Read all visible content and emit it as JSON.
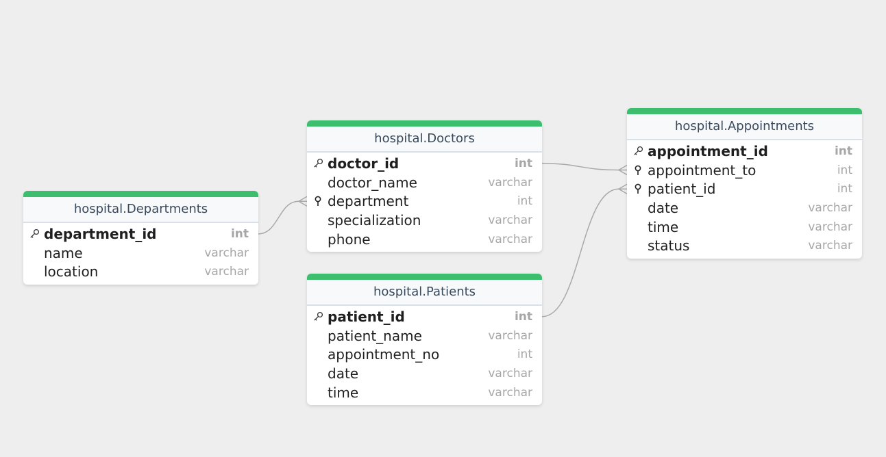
{
  "colors": {
    "accent": "#3dbd6e",
    "link": "#a9a9a9",
    "background": "#eeeeee"
  },
  "tables": {
    "departments": {
      "title": "hospital.Departments",
      "fields": [
        {
          "name": "department_id",
          "type": "int",
          "role": "pk",
          "icon": "key-icon"
        },
        {
          "name": "name",
          "type": "varchar",
          "role": "",
          "icon": ""
        },
        {
          "name": "location",
          "type": "varchar",
          "role": "",
          "icon": ""
        }
      ]
    },
    "doctors": {
      "title": "hospital.Doctors",
      "fields": [
        {
          "name": "doctor_id",
          "type": "int",
          "role": "pk",
          "icon": "key-icon"
        },
        {
          "name": "doctor_name",
          "type": "varchar",
          "role": "",
          "icon": ""
        },
        {
          "name": "department",
          "type": "int",
          "role": "fk",
          "icon": "pin-icon"
        },
        {
          "name": "specialization",
          "type": "varchar",
          "role": "",
          "icon": ""
        },
        {
          "name": "phone",
          "type": "varchar",
          "role": "",
          "icon": ""
        }
      ]
    },
    "patients": {
      "title": "hospital.Patients",
      "fields": [
        {
          "name": "patient_id",
          "type": "int",
          "role": "pk",
          "icon": "key-icon"
        },
        {
          "name": "patient_name",
          "type": "varchar",
          "role": "",
          "icon": ""
        },
        {
          "name": "appointment_no",
          "type": "int",
          "role": "",
          "icon": ""
        },
        {
          "name": "date",
          "type": "varchar",
          "role": "",
          "icon": ""
        },
        {
          "name": "time",
          "type": "varchar",
          "role": "",
          "icon": ""
        }
      ]
    },
    "appointments": {
      "title": "hospital.Appointments",
      "fields": [
        {
          "name": "appointment_id",
          "type": "int",
          "role": "pk",
          "icon": "key-icon"
        },
        {
          "name": "appointment_to",
          "type": "int",
          "role": "fk",
          "icon": "pin-icon"
        },
        {
          "name": "patient_id",
          "type": "int",
          "role": "fk",
          "icon": "pin-icon"
        },
        {
          "name": "date",
          "type": "varchar",
          "role": "",
          "icon": ""
        },
        {
          "name": "time",
          "type": "varchar",
          "role": "",
          "icon": ""
        },
        {
          "name": "status",
          "type": "varchar",
          "role": "",
          "icon": ""
        }
      ]
    }
  },
  "relations": [
    {
      "from": "departments.department_id",
      "to": "doctors.department",
      "cardinality": "one-to-many"
    },
    {
      "from": "doctors.doctor_id",
      "to": "appointments.appointment_to",
      "cardinality": "one-to-many"
    },
    {
      "from": "patients.patient_id",
      "to": "appointments.patient_id",
      "cardinality": "one-to-many"
    }
  ]
}
